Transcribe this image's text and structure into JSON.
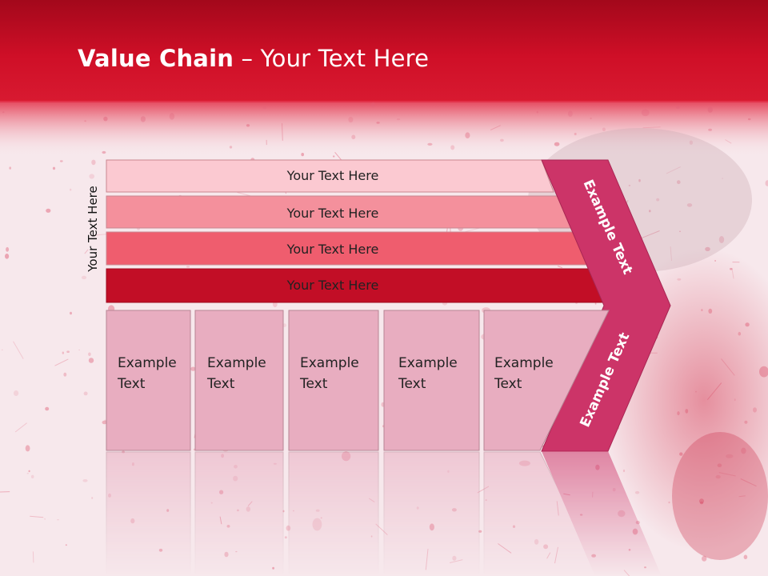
{
  "slide": {
    "title_bold": "Value Chain",
    "title_rest": " – Your Text Here"
  },
  "diagram": {
    "side_label": "Your Text Here",
    "bars": [
      {
        "label": "Your Text Here",
        "color": "#fbc9d1"
      },
      {
        "label": "Your Text Here",
        "color": "#f4909c"
      },
      {
        "label": "Your Text Here",
        "color": "#ef5d6e"
      },
      {
        "label": "Your Text Here",
        "color": "#c20e26"
      }
    ],
    "boxes": [
      {
        "line1": "Example",
        "line2": "Text"
      },
      {
        "line1": "Example",
        "line2": "Text"
      },
      {
        "line1": "Example",
        "line2": "Text"
      },
      {
        "line1": "Example",
        "line2": "Text"
      },
      {
        "line1": "Example",
        "line2": "Text"
      }
    ],
    "chevron_top_label": "Example Text",
    "chevron_bottom_label": "Example Text",
    "colors": {
      "header": "#c8102e",
      "chevron": "#cc3468",
      "box": "#e8adc0",
      "box_border": "#b78594"
    }
  }
}
